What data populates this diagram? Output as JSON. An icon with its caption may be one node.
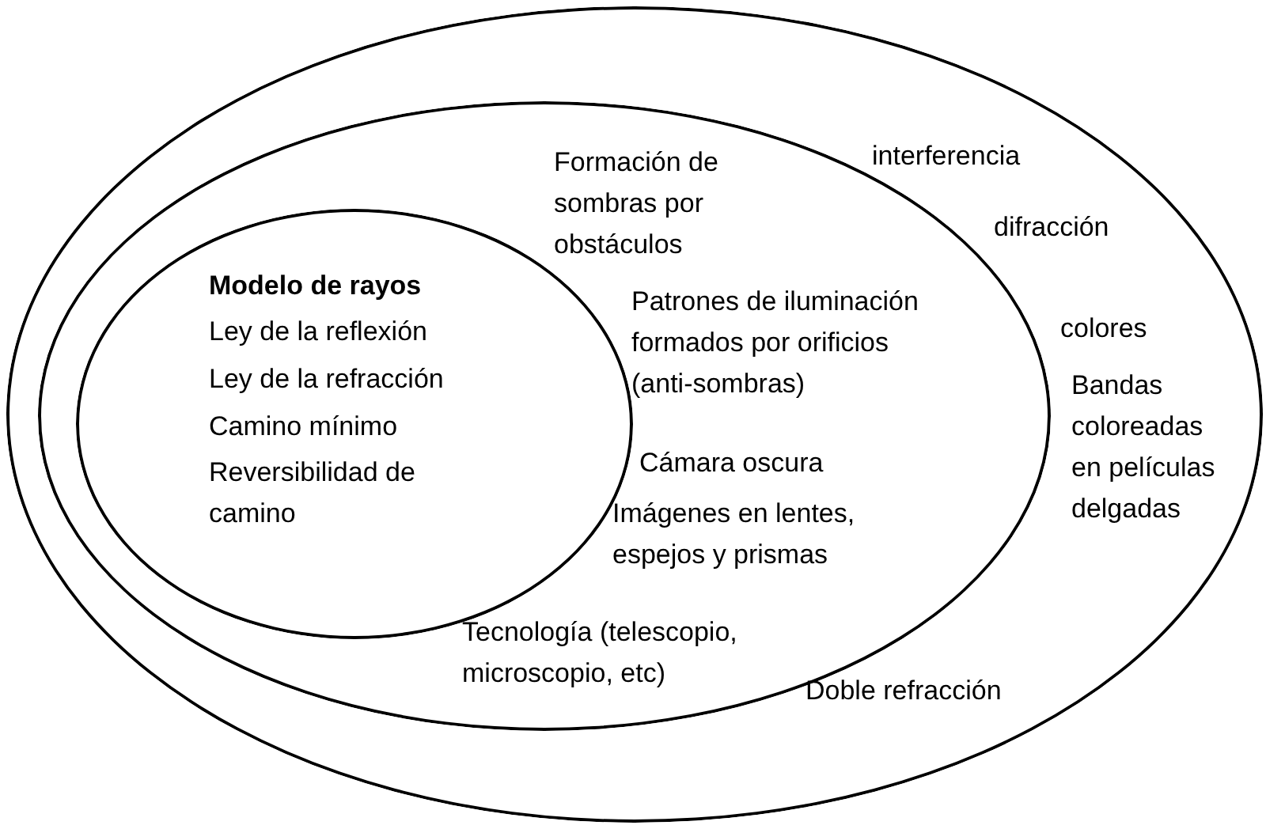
{
  "diagram": {
    "nodes": [
      {
        "text": [
          "difracción",
          "colores",
          "Bandas coloreadas en películas delgadas"
        ]
      },
      {
        "text": [
          "Formación de sombras por obstáculos",
          "Patrones de iluminación formados por orificios (anti-sombras)",
          "Cámara oscura",
          "Imágenes en lentes, espejos y prismas",
          "Tecnología (telescopio, microscopio, etc)"
        ],
        "in": 0
      },
      {
        "text": [
          "Modelo de rayos",
          "Ley de la reflexión",
          "Ley de la refracción",
          "Camino  mínimo",
          "Reversibilidad de camino"
        ],
        "in": 1
      }
    ],
    "labels": [
      "interferencia",
      "Doble refracción"
    ]
  }
}
